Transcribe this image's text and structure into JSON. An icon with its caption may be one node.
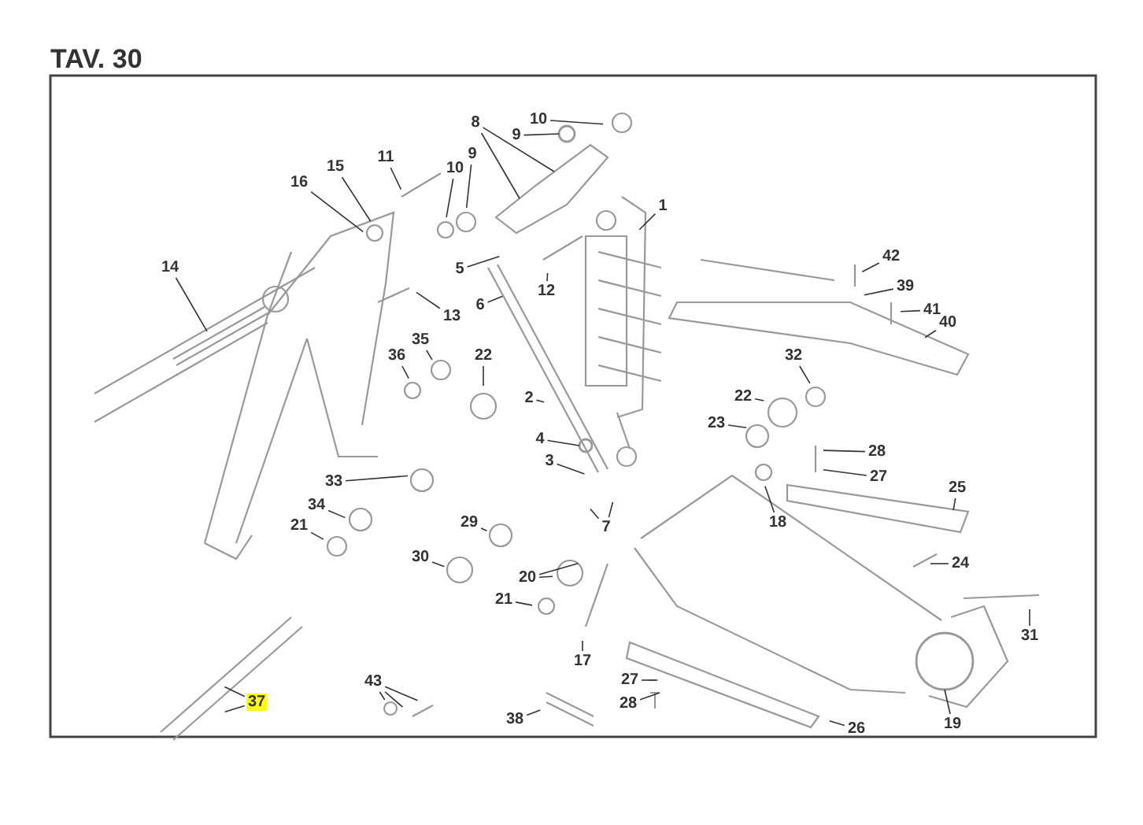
{
  "diagram": {
    "title": "TAV. 30",
    "nodes": [
      {
        "text": [
          "10"
        ]
      },
      {
        "text": [
          "8"
        ]
      },
      {
        "text": [
          "9"
        ]
      },
      {
        "text": [
          "11"
        ]
      },
      {
        "text": [
          "15"
        ]
      },
      {
        "text": [
          "10"
        ]
      },
      {
        "text": [
          "9"
        ]
      },
      {
        "text": [
          "16"
        ]
      },
      {
        "text": [
          "1"
        ]
      },
      {
        "text": [
          "14"
        ]
      },
      {
        "text": [
          "5"
        ]
      },
      {
        "text": [
          "12"
        ]
      },
      {
        "text": [
          "6"
        ]
      },
      {
        "text": [
          "13"
        ]
      },
      {
        "text": [
          "42"
        ]
      },
      {
        "text": [
          "39"
        ]
      },
      {
        "text": [
          "41"
        ]
      },
      {
        "text": [
          "40"
        ]
      },
      {
        "text": [
          "35"
        ]
      },
      {
        "text": [
          "36"
        ]
      },
      {
        "text": [
          "22"
        ]
      },
      {
        "text": [
          "32"
        ]
      },
      {
        "text": [
          "2"
        ]
      },
      {
        "text": [
          "22"
        ]
      },
      {
        "text": [
          "23"
        ]
      },
      {
        "text": [
          "4"
        ]
      },
      {
        "text": [
          "28"
        ]
      },
      {
        "text": [
          "3"
        ]
      },
      {
        "text": [
          "27"
        ]
      },
      {
        "text": [
          "33"
        ]
      },
      {
        "text": [
          "25"
        ]
      },
      {
        "text": [
          "34"
        ]
      },
      {
        "text": [
          "21"
        ]
      },
      {
        "text": [
          "29"
        ]
      },
      {
        "text": [
          "7"
        ]
      },
      {
        "text": [
          "18"
        ]
      },
      {
        "text": [
          "30"
        ]
      },
      {
        "text": [
          "20"
        ]
      },
      {
        "text": [
          "24"
        ]
      },
      {
        "text": [
          "21"
        ]
      },
      {
        "text": [
          "31"
        ]
      },
      {
        "text": [
          "17"
        ]
      },
      {
        "text": [
          "27"
        ]
      },
      {
        "text": [
          "43"
        ]
      },
      {
        "text": [
          "37"
        ]
      },
      {
        "text": [
          "28"
        ]
      },
      {
        "text": [
          "38"
        ]
      },
      {
        "text": [
          "19"
        ]
      },
      {
        "text": [
          "26"
        ]
      },
      {
        "text": [],
        "shape": "picture"
      },
      {
        "text": [],
        "shape": "circle"
      },
      {
        "text": [],
        "shape": "circle"
      },
      {
        "text": [],
        "shape": "picture"
      },
      {
        "text": [],
        "shape": "circle"
      }
    ],
    "edges": [
      {
        "from": 0,
        "to": null,
        "arrow": "none"
      },
      {
        "from": 1,
        "to": 49,
        "arrow": "none"
      },
      {
        "from": 1,
        "to": 49,
        "arrow": "none"
      },
      {
        "from": 2,
        "to": 50,
        "arrow": "none"
      },
      {
        "from": 3,
        "to": null,
        "arrow": "none"
      },
      {
        "from": 4,
        "to": null,
        "arrow": "none"
      },
      {
        "from": 5,
        "to": null,
        "arrow": "none"
      },
      {
        "from": 6,
        "to": null,
        "arrow": "none"
      },
      {
        "from": 7,
        "to": null,
        "arrow": "none"
      },
      {
        "from": 8,
        "to": null,
        "arrow": "none"
      },
      {
        "from": 9,
        "to": null,
        "arrow": "none"
      },
      {
        "from": 10,
        "to": null,
        "arrow": "none"
      },
      {
        "from": 11,
        "to": null,
        "arrow": "none"
      },
      {
        "from": 12,
        "to": null,
        "arrow": "none"
      },
      {
        "from": 13,
        "to": null,
        "arrow": "none"
      },
      {
        "from": 14,
        "to": null,
        "arrow": "none"
      },
      {
        "from": 15,
        "to": null,
        "arrow": "none"
      },
      {
        "from": 16,
        "to": null,
        "arrow": "none"
      },
      {
        "from": 17,
        "to": null,
        "arrow": "none"
      },
      {
        "from": 18,
        "to": null,
        "arrow": "none"
      },
      {
        "from": 19,
        "to": null,
        "arrow": "none"
      },
      {
        "from": 20,
        "to": null,
        "arrow": "none"
      },
      {
        "from": 21,
        "to": null,
        "arrow": "none"
      },
      {
        "from": 22,
        "to": null,
        "arrow": "none"
      },
      {
        "from": 23,
        "to": null,
        "arrow": "none"
      },
      {
        "from": 24,
        "to": null,
        "arrow": "none"
      },
      {
        "from": 25,
        "to": 51,
        "arrow": "none"
      },
      {
        "from": 26,
        "to": null,
        "arrow": "none"
      },
      {
        "from": 27,
        "to": null,
        "arrow": "none"
      },
      {
        "from": 28,
        "to": null,
        "arrow": "none"
      },
      {
        "from": 29,
        "to": null,
        "arrow": "none"
      },
      {
        "from": 30,
        "to": null,
        "arrow": "none"
      },
      {
        "from": 31,
        "to": null,
        "arrow": "none"
      },
      {
        "from": 32,
        "to": null,
        "arrow": "none"
      },
      {
        "from": 33,
        "to": null,
        "arrow": "none"
      },
      {
        "from": 34,
        "to": null,
        "arrow": "none"
      },
      {
        "from": 34,
        "to": null,
        "arrow": "none"
      },
      {
        "from": 35,
        "to": null,
        "arrow": "none"
      },
      {
        "from": 36,
        "to": null,
        "arrow": "none"
      },
      {
        "from": 37,
        "to": null,
        "arrow": "none"
      },
      {
        "from": 37,
        "to": null,
        "arrow": "none"
      },
      {
        "from": 38,
        "to": null,
        "arrow": "none"
      },
      {
        "from": 39,
        "to": null,
        "arrow": "none"
      },
      {
        "from": 40,
        "to": null,
        "arrow": "none"
      },
      {
        "from": 41,
        "to": null,
        "arrow": "none"
      },
      {
        "from": 42,
        "to": null,
        "arrow": "none"
      },
      {
        "from": 43,
        "to": null,
        "arrow": "none"
      },
      {
        "from": 43,
        "to": null,
        "arrow": "none"
      },
      {
        "from": 43,
        "to": null,
        "arrow": "none"
      },
      {
        "from": 44,
        "to": null,
        "arrow": "none"
      },
      {
        "from": 44,
        "to": null,
        "arrow": "none"
      },
      {
        "from": 45,
        "to": 52,
        "arrow": "none"
      },
      {
        "from": 46,
        "to": null,
        "arrow": "none"
      },
      {
        "from": 47,
        "to": 53,
        "arrow": "none"
      },
      {
        "from": 48,
        "to": null,
        "arrow": "none"
      }
    ]
  }
}
